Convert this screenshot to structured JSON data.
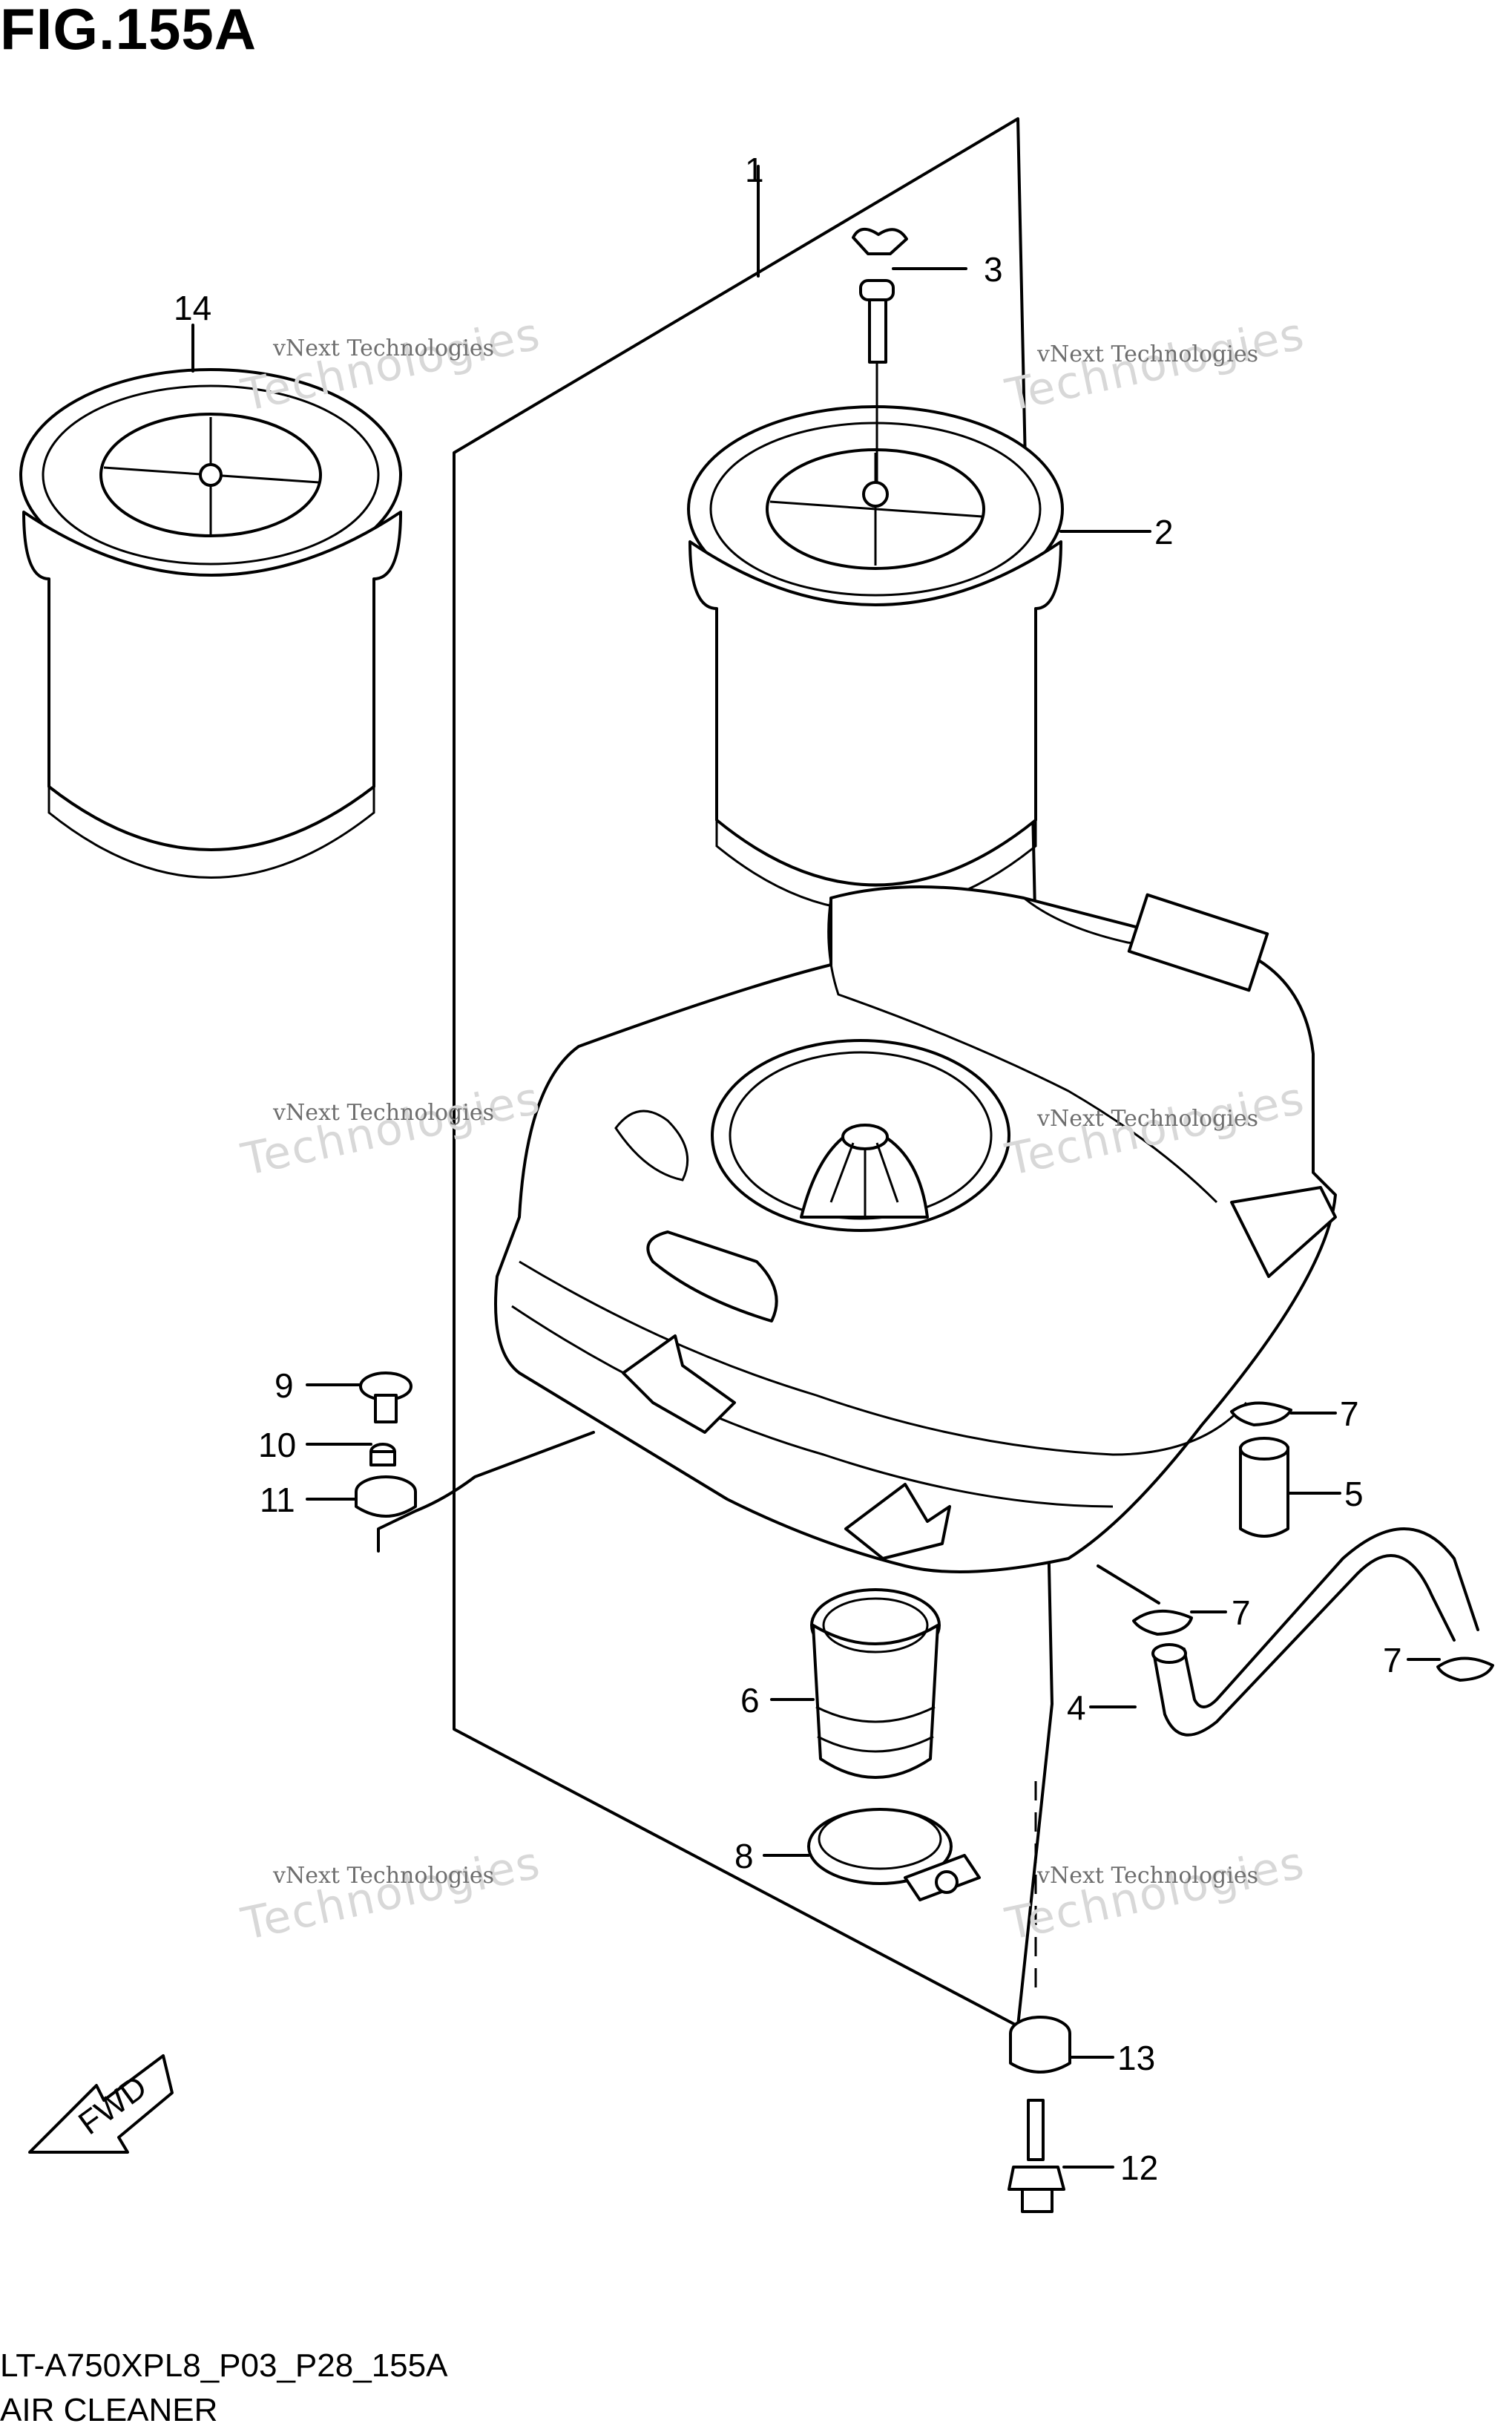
{
  "figure": {
    "title": "FIG.155A"
  },
  "footer": {
    "code": "LT-A750XPL8_P03_P28_155A",
    "name": "AIR CLEANER"
  },
  "fwd": {
    "label": "FWD"
  },
  "watermark": {
    "line1": "vNext Technologies",
    "line2": "vNext",
    "line3": "Technologies"
  },
  "callouts": {
    "c1": "1",
    "c2": "2",
    "c3": "3",
    "c4": "4",
    "c5": "5",
    "c6": "6",
    "c7a": "7",
    "c7b": "7",
    "c7c": "7",
    "c8": "8",
    "c9": "9",
    "c10": "10",
    "c11": "11",
    "c12": "12",
    "c13": "13",
    "c14": "14"
  }
}
